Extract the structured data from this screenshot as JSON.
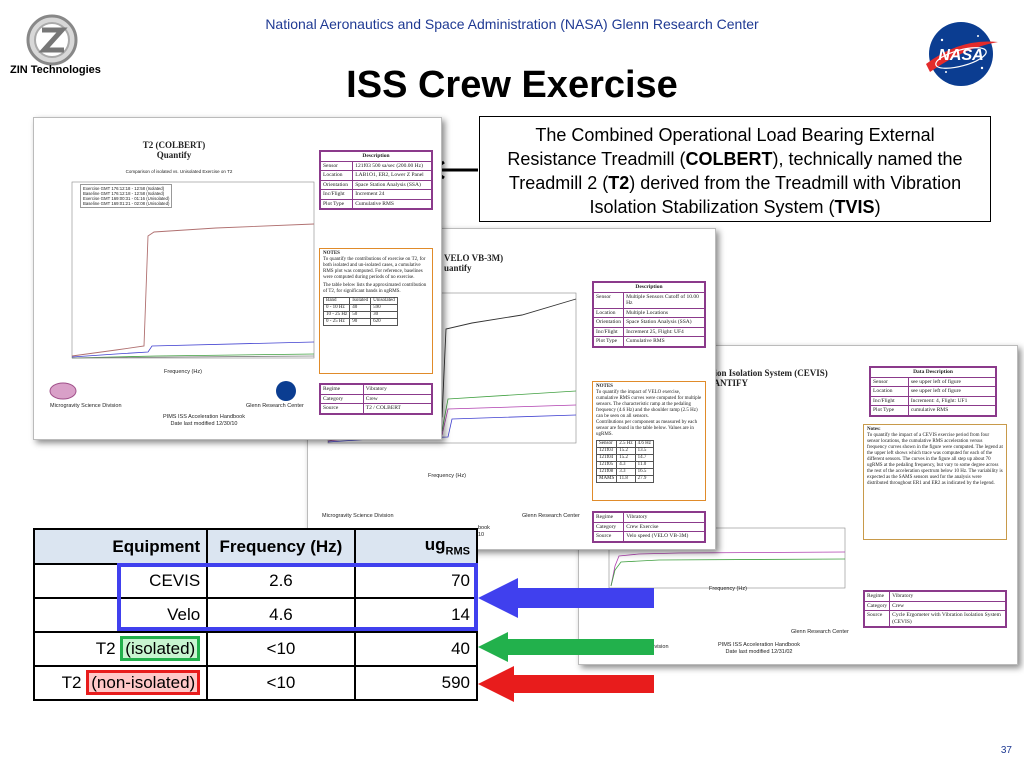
{
  "header": {
    "org_line": "National Aeronautics and Space Administration (NASA) Glenn Research Center",
    "title": "ISS Crew Exercise",
    "zin_label": "ZIN Technologies",
    "nasa_label": "NASA"
  },
  "description": {
    "part1": "The Combined Operational Load Bearing External Resistance Treadmill (",
    "b1": "COLBERT",
    "part2": "), technically named the Treadmill 2 (",
    "b2": "T2",
    "part3": ") derived from the Treadmill with Vibration Isolation Stabilization System (",
    "b3": "TVIS",
    "part4": ")"
  },
  "doc1": {
    "title1": "T2 (COLBERT)",
    "title2": "Quantify",
    "plot_title": "Comparison of isolated vs. Unisolated Exercise on T2",
    "legend": [
      "Exercise GMT 176:12:18 - 12:58 (Isolated)",
      "Baseline GMT 176:12:18 - 12:58 (Isolated)",
      "Exercise GMT 169:00:31 - 01:16 (Unisolated)",
      "Baseline GMT 169:01:21 - 02:08 (Unisolated)"
    ],
    "xlabel": "Frequency (Hz)",
    "desc_header": "Description",
    "desc_rows": [
      [
        "Sensor",
        "121f03 500 sa/sec (200.00 Hz)"
      ],
      [
        "Location",
        "LAB1O1, ER2, Lower Z Panel"
      ],
      [
        "Orientation",
        "Space Station Analysis (SSA)"
      ],
      [
        "Inc/Flight",
        "Increment 24"
      ],
      [
        "Plot Type",
        "Cumulative RMS"
      ]
    ],
    "notes_title": "NOTES",
    "notes_1": "To quantify the contributions of exercise on T2, for both isolated and un-isolated cases, a cumulative RMS plot was computed. For reference, baselines were computed during periods of no exercise.",
    "notes_2": "The table below lists the approximated contribution of T2, for significant bands in ugRMS.",
    "notes_table": [
      [
        "Band",
        "Isolated",
        "Unisolated"
      ],
      [
        "0 - 10 Hz",
        "40",
        "590"
      ],
      [
        "10 - 25 Hz",
        "50",
        "30"
      ],
      [
        "0 - 25 Hz",
        "90",
        "620"
      ]
    ],
    "regime_rows": [
      [
        "Regime",
        "Vibratory"
      ],
      [
        "Category",
        "Crew"
      ],
      [
        "Source",
        "T2 / COLBERT"
      ]
    ],
    "division": "Microgravity Science Division",
    "center": "Glenn Research Center",
    "handbook": "PIMS ISS Acceleration Handbook",
    "modified": "Date last modified 12/30/10"
  },
  "doc2": {
    "title1": "VELO VB-3M)",
    "title2": "uantify",
    "xlabel": "Frequency (Hz)",
    "desc_header": "Description",
    "desc_rows": [
      [
        "Sensor",
        "Multiple Sensors Cutoff of 10.00 Hz"
      ],
      [
        "Location",
        "Multiple Locations"
      ],
      [
        "Orientation",
        "Space Station Analysis (SSA)"
      ],
      [
        "Inc/Flight",
        "Increment 25, Flight: UF4"
      ],
      [
        "Plot Type",
        "Cumulative RMS"
      ]
    ],
    "notes_title": "NOTES",
    "notes_1": "To quantify the impact of VELO exercise, cumulative RMS curves were computed for multiple sensors. The characteristic ramp at the pedaling frequency (4.6 Hz) and the shoulder ramp (2.5 Hz) can be seen on all sensors.",
    "notes_2": "Contributions per component as measured by each sensor are found in the table below. Values are in ugRMS.",
    "notes_table": [
      [
        "Sensor",
        "2.5 Hz",
        "4.6 Hz"
      ],
      [
        "121f03",
        "15.2",
        "13.5"
      ],
      [
        "121f04",
        "15.2",
        "14.7"
      ],
      [
        "121f05",
        "4.3",
        "11.0"
      ],
      [
        "121f08",
        "3.3",
        "16.5"
      ],
      [
        "MAMS",
        "11.8",
        "27.9"
      ]
    ],
    "regime_rows": [
      [
        "Regime",
        "Vibratory"
      ],
      [
        "Category",
        "Crew Exercise"
      ],
      [
        "Source",
        "Velo speed (VELO VB-3M)"
      ]
    ],
    "division": "Microgravity Science Division",
    "center": "Glenn Research Center",
    "handbook": "book",
    "modified": "10"
  },
  "doc3": {
    "title1": "ation Isolation System (CEVIS)",
    "title2": "UANTIFY",
    "xlabel": "Frequency (Hz)",
    "desc_header": "Data Description",
    "desc_rows": [
      [
        "Sensor",
        "see upper left of figure"
      ],
      [
        "Location",
        "see upper left of figure"
      ],
      [
        "Inc/Flight",
        "Increment: 4, Flight: UF1"
      ],
      [
        "Plot Type",
        "cumulative RMS"
      ]
    ],
    "notes_title": "Notes:",
    "notes_1": "To quantify the impact of a CEVIS exercise period from four sensor locations, the cumulative RMS acceleration versus frequency curves shown in the figure were computed. The legend at the upper left shows which trace was computed for each of the different sensors. The curves in the figure all step up about 70 ugRMS at the pedaling frequency, but vary to some degree across the rest of the acceleration spectrum below 10 Hz. The variability is expected as the SAMS sensors used for the analysis were distributed throughout ER1 and ER2 as indicated by the legend.",
    "regime_rows": [
      [
        "Regime",
        "Vibratory"
      ],
      [
        "Category",
        "Crew"
      ],
      [
        "Source",
        "Cycle Ergometer with Vibration Isolation System (CEVIS)"
      ]
    ],
    "division": "Microgravity Science Division",
    "center": "Glenn Research Center",
    "handbook": "PIMS ISS Acceleration Handbook",
    "modified": "Date last modified 12/31/02"
  },
  "table": {
    "headers": [
      "Equipment",
      "Frequency (Hz)",
      "ug",
      "RMS"
    ],
    "rows": [
      {
        "equipment": "CEVIS",
        "prefix": "",
        "freq": "2.6",
        "ug": "70"
      },
      {
        "equipment": "Velo",
        "prefix": "",
        "freq": "4.6",
        "ug": "14"
      },
      {
        "equipment": "(isolated)",
        "prefix": "T2",
        "freq": "<10",
        "ug": "40"
      },
      {
        "equipment": "(non-isolated)",
        "prefix": "T2",
        "freq": "<10",
        "ug": "590"
      }
    ]
  },
  "colors": {
    "blue": "#4040ee",
    "green": "#22b14c",
    "red": "#e81c1c",
    "header_blue": "#1f3a93"
  },
  "page_number": "37"
}
